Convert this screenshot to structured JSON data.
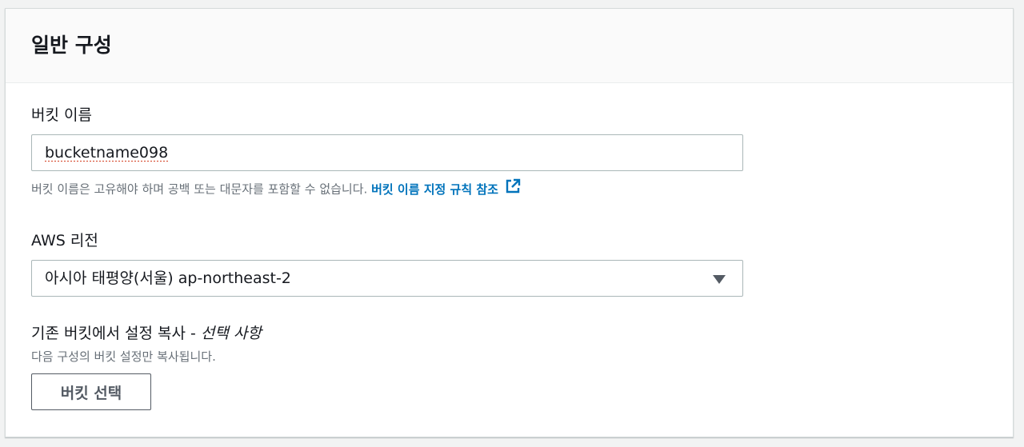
{
  "panel": {
    "title": "일반 구성"
  },
  "bucket_name": {
    "label": "버킷 이름",
    "value": "bucketname098",
    "hint": "버킷 이름은 고유해야 하며 공백 또는 대문자를 포함할 수 없습니다.",
    "rules_link": "버킷 이름 지정 규칙 참조",
    "rules_link_icon": "external-link-icon"
  },
  "region": {
    "label": "AWS 리전",
    "selected": "아시아 태평양(서울) ap-northeast-2",
    "dropdown_icon": "caret-down-icon"
  },
  "copy_settings": {
    "label": "기존 버킷에서 설정 복사 - ",
    "optional": "선택 사항",
    "hint": "다음 구성의 버킷 설정만 복사됩니다.",
    "button_label": "버킷 선택"
  },
  "colors": {
    "link": "#0073bb",
    "spellcheck_underline": "#d13212",
    "border": "#aab7b8"
  }
}
